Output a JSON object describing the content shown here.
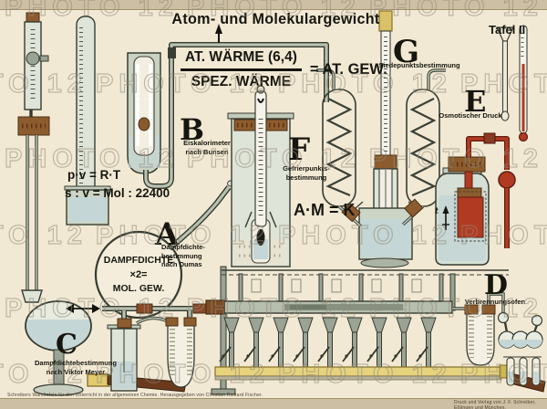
{
  "watermark": {
    "text": "PHOTO 12"
  },
  "header": {
    "title": "Atom- und Molekulargewicht",
    "plate": "Tafel II"
  },
  "formulas": {
    "numerator": "AT. WÄRME (6,4)",
    "denominator": "SPEZ. WÄRME",
    "result": "= AT. GEW.",
    "gas_law": "p·v = R·T",
    "molar_volume": "s : v = Mol : 22400",
    "raoult": "A·M = K"
  },
  "flask": {
    "lines": [
      "DAMPFDICHTE",
      "×2=",
      "MOL. GEW."
    ]
  },
  "labels": {
    "A": {
      "letter": "A",
      "caption": [
        "Dampfdichte-",
        "bestimmung",
        "nach Dumas"
      ]
    },
    "B": {
      "letter": "B",
      "caption": [
        "Eiskalorimeter",
        "nach Bunsen"
      ]
    },
    "C": {
      "letter": "C",
      "caption": [
        "Dampfdichtebestimmung",
        "nach Viktor Meyer"
      ]
    },
    "D": {
      "letter": "D",
      "caption": [
        "Verbrennungsofen"
      ]
    },
    "E": {
      "letter": "E",
      "caption": [
        "Osmotischer Druck"
      ]
    },
    "F": {
      "letter": "F",
      "caption": [
        "Gefrierpunkts-",
        "bestimmung"
      ]
    },
    "G": {
      "letter": "G",
      "caption": [
        "Siedepunktsbestimmung"
      ]
    }
  },
  "annotations": {
    "t": "t"
  },
  "imprint": {
    "left": "Schreibers Wandtafeln für den Unterricht in der allgemeinen Chemie. Herausgegeben von Christian Richard Fischer.",
    "right": "Druck und Verlag von J. F. Schreiber, Eßlingen und München."
  }
}
